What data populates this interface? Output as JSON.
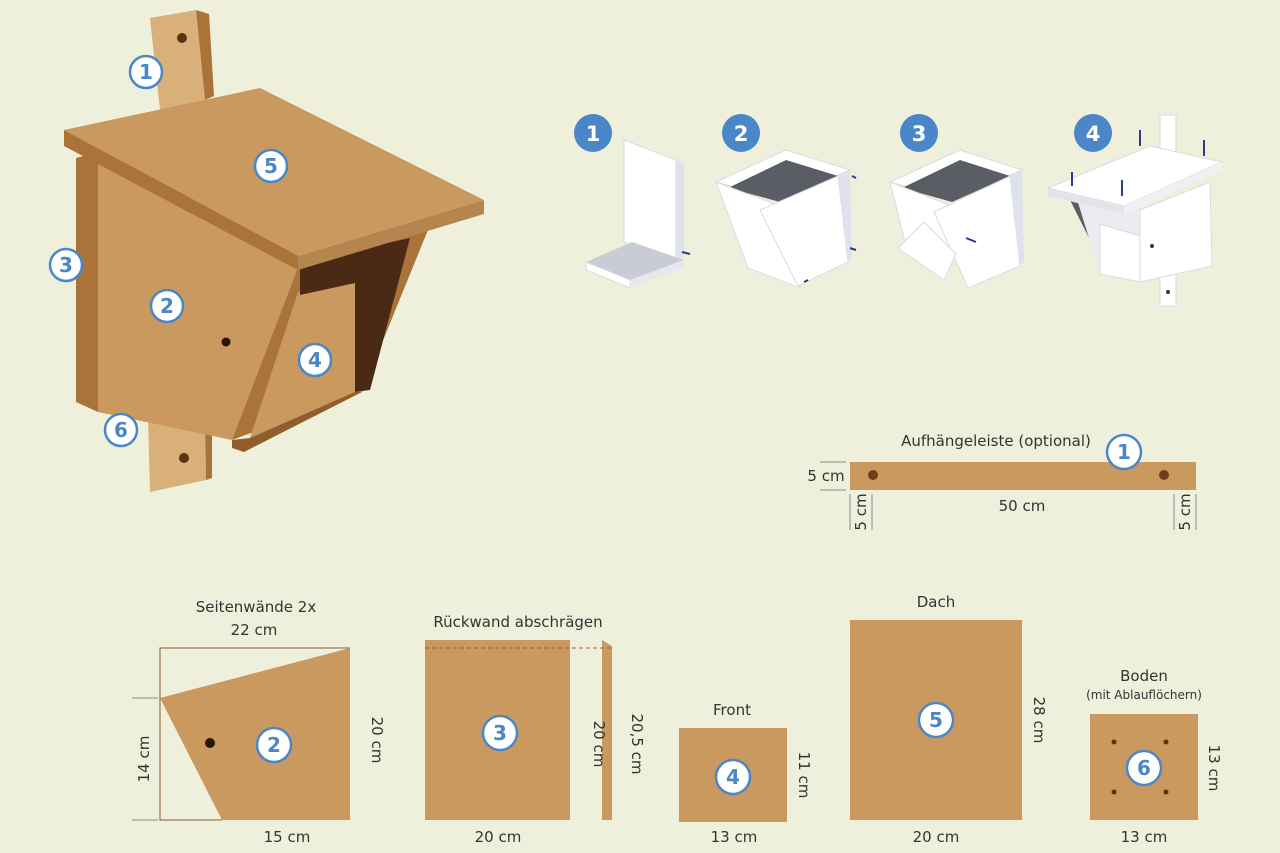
{
  "colors": {
    "background": "#eef0dc",
    "wood": "#c9995f",
    "wood_dark": "#a9733a",
    "wood_light": "#d9b07a",
    "interior": "#4a2a14",
    "badge_blue": "#4a86c8",
    "panel_white": "#ffffff"
  },
  "icons": [
    "numbered-badge-icon",
    "step-circle-icon",
    "screw-icon",
    "nail-icon"
  ],
  "numbers": {
    "n1": "1",
    "n2": "2",
    "n3": "3",
    "n4": "4",
    "n5": "5",
    "n6": "6"
  },
  "steps": {
    "s1": "1",
    "s2": "2",
    "s3": "3",
    "s4": "4"
  },
  "mounting_strip": {
    "title": "Aufhängeleiste (optional)",
    "width": "5 cm",
    "length": "50 cm",
    "hole_offset_left": "5 cm",
    "hole_offset_right": "5 cm"
  },
  "side_walls": {
    "title": "Seitenwände 2x",
    "top_width": "22 cm",
    "left_height": "14 cm",
    "right_height": "20 cm",
    "bottom_width": "15 cm"
  },
  "back_wall": {
    "title": "Rückwand abschrägen",
    "height": "20 cm",
    "bevel_height": "20,5 cm",
    "width": "20 cm"
  },
  "front": {
    "title": "Front",
    "height": "11 cm",
    "width": "13 cm"
  },
  "roof": {
    "title": "Dach",
    "height": "28 cm",
    "width": "20 cm"
  },
  "floor": {
    "title": "Boden",
    "subtitle": "(mit Ablauflöchern)",
    "height": "13 cm",
    "width": "13 cm"
  }
}
